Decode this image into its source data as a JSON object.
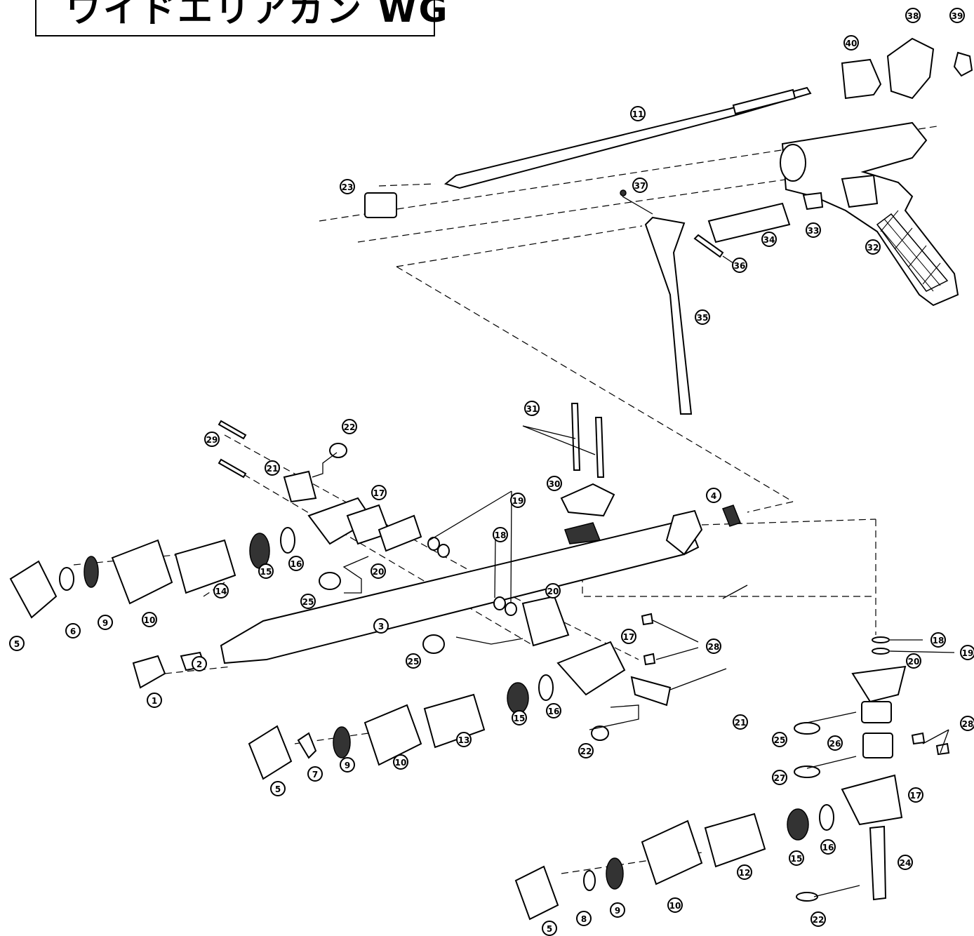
{
  "title": "ワイドエリアガン WG",
  "callouts": [
    {
      "id": "c1",
      "label": "1"
    },
    {
      "id": "c2",
      "label": "2"
    },
    {
      "id": "c3",
      "label": "3"
    },
    {
      "id": "c4",
      "label": "4"
    },
    {
      "id": "c5a",
      "label": "5"
    },
    {
      "id": "c5b",
      "label": "5"
    },
    {
      "id": "c5c",
      "label": "5"
    },
    {
      "id": "c6",
      "label": "6"
    },
    {
      "id": "c7",
      "label": "7"
    },
    {
      "id": "c8",
      "label": "8"
    },
    {
      "id": "c9a",
      "label": "9"
    },
    {
      "id": "c9b",
      "label": "9"
    },
    {
      "id": "c9c",
      "label": "9"
    },
    {
      "id": "c10a",
      "label": "10"
    },
    {
      "id": "c10b",
      "label": "10"
    },
    {
      "id": "c10c",
      "label": "10"
    },
    {
      "id": "c11",
      "label": "11"
    },
    {
      "id": "c12",
      "label": "12"
    },
    {
      "id": "c13",
      "label": "13"
    },
    {
      "id": "c14",
      "label": "14"
    },
    {
      "id": "c15a",
      "label": "15"
    },
    {
      "id": "c15b",
      "label": "15"
    },
    {
      "id": "c15c",
      "label": "15"
    },
    {
      "id": "c16a",
      "label": "16"
    },
    {
      "id": "c16b",
      "label": "16"
    },
    {
      "id": "c16c",
      "label": "16"
    },
    {
      "id": "c17a",
      "label": "17"
    },
    {
      "id": "c17b",
      "label": "17"
    },
    {
      "id": "c17c",
      "label": "17"
    },
    {
      "id": "c18a",
      "label": "18"
    },
    {
      "id": "c18b",
      "label": "18"
    },
    {
      "id": "c19a",
      "label": "19"
    },
    {
      "id": "c19b",
      "label": "19"
    },
    {
      "id": "c20a",
      "label": "20"
    },
    {
      "id": "c20b",
      "label": "20"
    },
    {
      "id": "c20c",
      "label": "20"
    },
    {
      "id": "c21a",
      "label": "21"
    },
    {
      "id": "c21b",
      "label": "21"
    },
    {
      "id": "c22a",
      "label": "22"
    },
    {
      "id": "c22b",
      "label": "22"
    },
    {
      "id": "c22c",
      "label": "22"
    },
    {
      "id": "c23",
      "label": "23"
    },
    {
      "id": "c24",
      "label": "24"
    },
    {
      "id": "c25a",
      "label": "25"
    },
    {
      "id": "c25b",
      "label": "25"
    },
    {
      "id": "c25c",
      "label": "25"
    },
    {
      "id": "c26",
      "label": "26"
    },
    {
      "id": "c27",
      "label": "27"
    },
    {
      "id": "c28a",
      "label": "28"
    },
    {
      "id": "c28b",
      "label": "28"
    },
    {
      "id": "c29",
      "label": "29"
    },
    {
      "id": "c30",
      "label": "30"
    },
    {
      "id": "c31",
      "label": "31"
    },
    {
      "id": "c32",
      "label": "32"
    },
    {
      "id": "c33",
      "label": "33"
    },
    {
      "id": "c34",
      "label": "34"
    },
    {
      "id": "c35",
      "label": "35"
    },
    {
      "id": "c36",
      "label": "36"
    },
    {
      "id": "c37",
      "label": "37"
    },
    {
      "id": "c38",
      "label": "38"
    },
    {
      "id": "c39",
      "label": "39"
    },
    {
      "id": "c40",
      "label": "40"
    }
  ]
}
